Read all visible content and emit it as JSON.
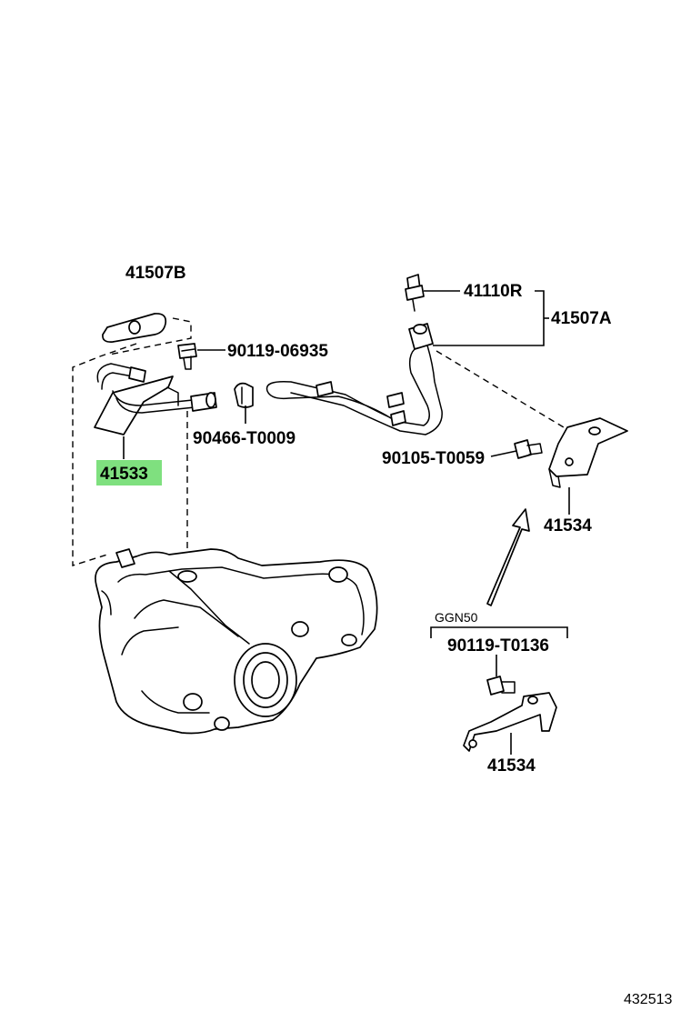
{
  "labels": {
    "l41507b": "41507B",
    "l90119_06935": "90119-06935",
    "l90466": "90466-T0009",
    "l41533": "41533",
    "l41110r": "41110R",
    "l41507a": "41507A",
    "l90105": "90105-T0059",
    "l41534_upper": "41534",
    "ggn50": "GGN50",
    "l90119_t0136": "90119-T0136",
    "l41534_lower": "41534",
    "ref": "432513"
  },
  "colors": {
    "highlight": "#7fe07f",
    "line": "#000000",
    "background": "#ffffff"
  }
}
